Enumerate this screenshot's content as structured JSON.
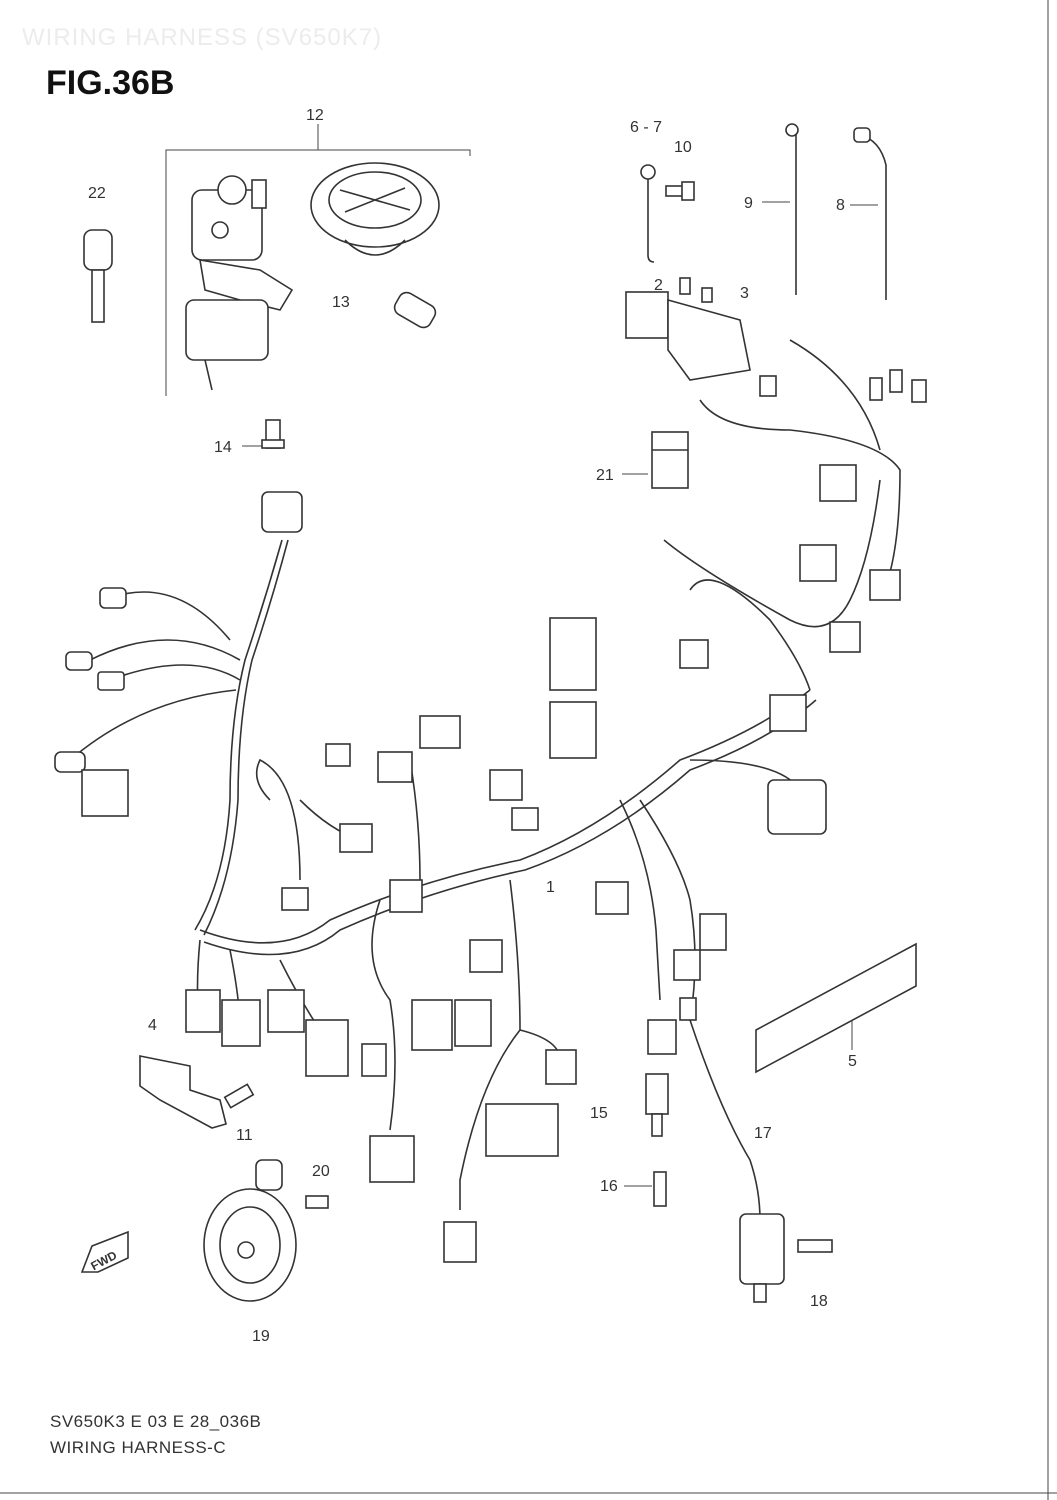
{
  "header": {
    "ghost_title": "WIRING HARNESS (SV650K7)",
    "figure_label": "FIG.36B"
  },
  "callouts": [
    {
      "id": "c1",
      "text": "1"
    },
    {
      "id": "c2",
      "text": "2"
    },
    {
      "id": "c3",
      "text": "3"
    },
    {
      "id": "c4",
      "text": "4"
    },
    {
      "id": "c5",
      "text": "5"
    },
    {
      "id": "c67",
      "text": "6 - 7"
    },
    {
      "id": "c8",
      "text": "8"
    },
    {
      "id": "c9",
      "text": "9"
    },
    {
      "id": "c10",
      "text": "10"
    },
    {
      "id": "c11",
      "text": "11"
    },
    {
      "id": "c12",
      "text": "12"
    },
    {
      "id": "c13",
      "text": "13"
    },
    {
      "id": "c14",
      "text": "14"
    },
    {
      "id": "c15",
      "text": "15"
    },
    {
      "id": "c16",
      "text": "16"
    },
    {
      "id": "c17",
      "text": "17"
    },
    {
      "id": "c18",
      "text": "18"
    },
    {
      "id": "c19",
      "text": "19"
    },
    {
      "id": "c20",
      "text": "20"
    },
    {
      "id": "c21",
      "text": "21"
    },
    {
      "id": "c22",
      "text": "22"
    }
  ],
  "direction_marker": "FWD",
  "footer": {
    "code": "SV650K3 E 03 E 28_036B",
    "name": "WIRING HARNESS-C"
  }
}
